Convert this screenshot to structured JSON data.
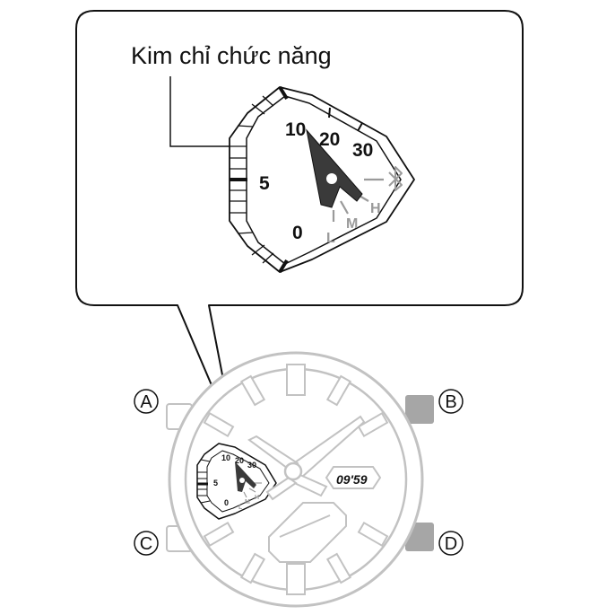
{
  "callout": {
    "title": "Kim chỉ chức năng",
    "dial_numbers": [
      "10",
      "20",
      "30",
      "5",
      "0"
    ],
    "hand_marks": [
      "H",
      "M",
      "L"
    ],
    "bluetooth_symbol": "bluetooth-icon"
  },
  "watch": {
    "digital_time": "09'59",
    "small_dial_numbers": [
      "10",
      "20",
      "30",
      "5",
      "0"
    ],
    "small_hand_marks": [
      "H",
      "M",
      "L"
    ]
  },
  "buttons": [
    "A",
    "B",
    "C",
    "D"
  ],
  "colors": {
    "outline": "#111111",
    "watch_line": "#c2c2c2",
    "hand_fill": "#3a3a3a",
    "label_gray": "#9a9a9a",
    "crown_gray": "#a6a6a6"
  }
}
